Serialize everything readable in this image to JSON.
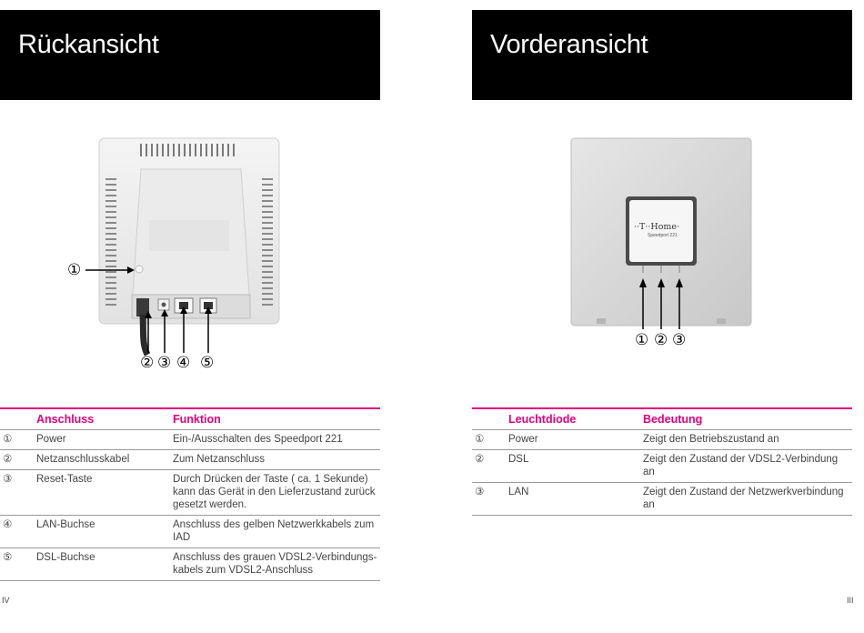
{
  "left": {
    "title": "Rückansicht",
    "callout_top": "①",
    "callout_bottom": [
      "②",
      "③",
      "④",
      "⑤"
    ],
    "table": {
      "header": [
        "Anschluss",
        "Funktion"
      ],
      "rows": [
        {
          "num": "①",
          "name": "Power",
          "func": "Ein-/Ausschalten des Speedport 221"
        },
        {
          "num": "②",
          "name": "Netzanschlusskabel",
          "func": "Zum Netzanschluss"
        },
        {
          "num": "③",
          "name": "Reset-Taste",
          "func": "Durch Drücken der Taste ( ca. 1 Sekunde) kann das Gerät in den Lieferzustand zurück gesetzt werden."
        },
        {
          "num": "④",
          "name": "LAN-Buchse",
          "func": "Anschluss des gelben Netzwerkkabels zum IAD"
        },
        {
          "num": "⑤",
          "name": "DSL-Buchse",
          "func": "Anschluss des grauen VDSL2-Verbindungs-kabels zum VDSL2-Anschluss"
        }
      ]
    },
    "page_number": "IV"
  },
  "right": {
    "title": "Vorderansicht",
    "device_logo": "··T··Home·",
    "device_model": "Speedport 221",
    "callouts": [
      "①",
      "②",
      "③"
    ],
    "table": {
      "header": [
        "Leuchtdiode",
        "Bedeutung"
      ],
      "rows": [
        {
          "num": "①",
          "name": "Power",
          "func": "Zeigt den Betriebszustand an"
        },
        {
          "num": "②",
          "name": "DSL",
          "func": "Zeigt den Zustand der VDSL2-Verbindung an"
        },
        {
          "num": "③",
          "name": "LAN",
          "func": "Zeigt den Zustand der Netzwerkverbindung an"
        }
      ]
    },
    "page_number": "III"
  },
  "colors": {
    "accent": "#e2007a",
    "title_bg": "#000000"
  }
}
